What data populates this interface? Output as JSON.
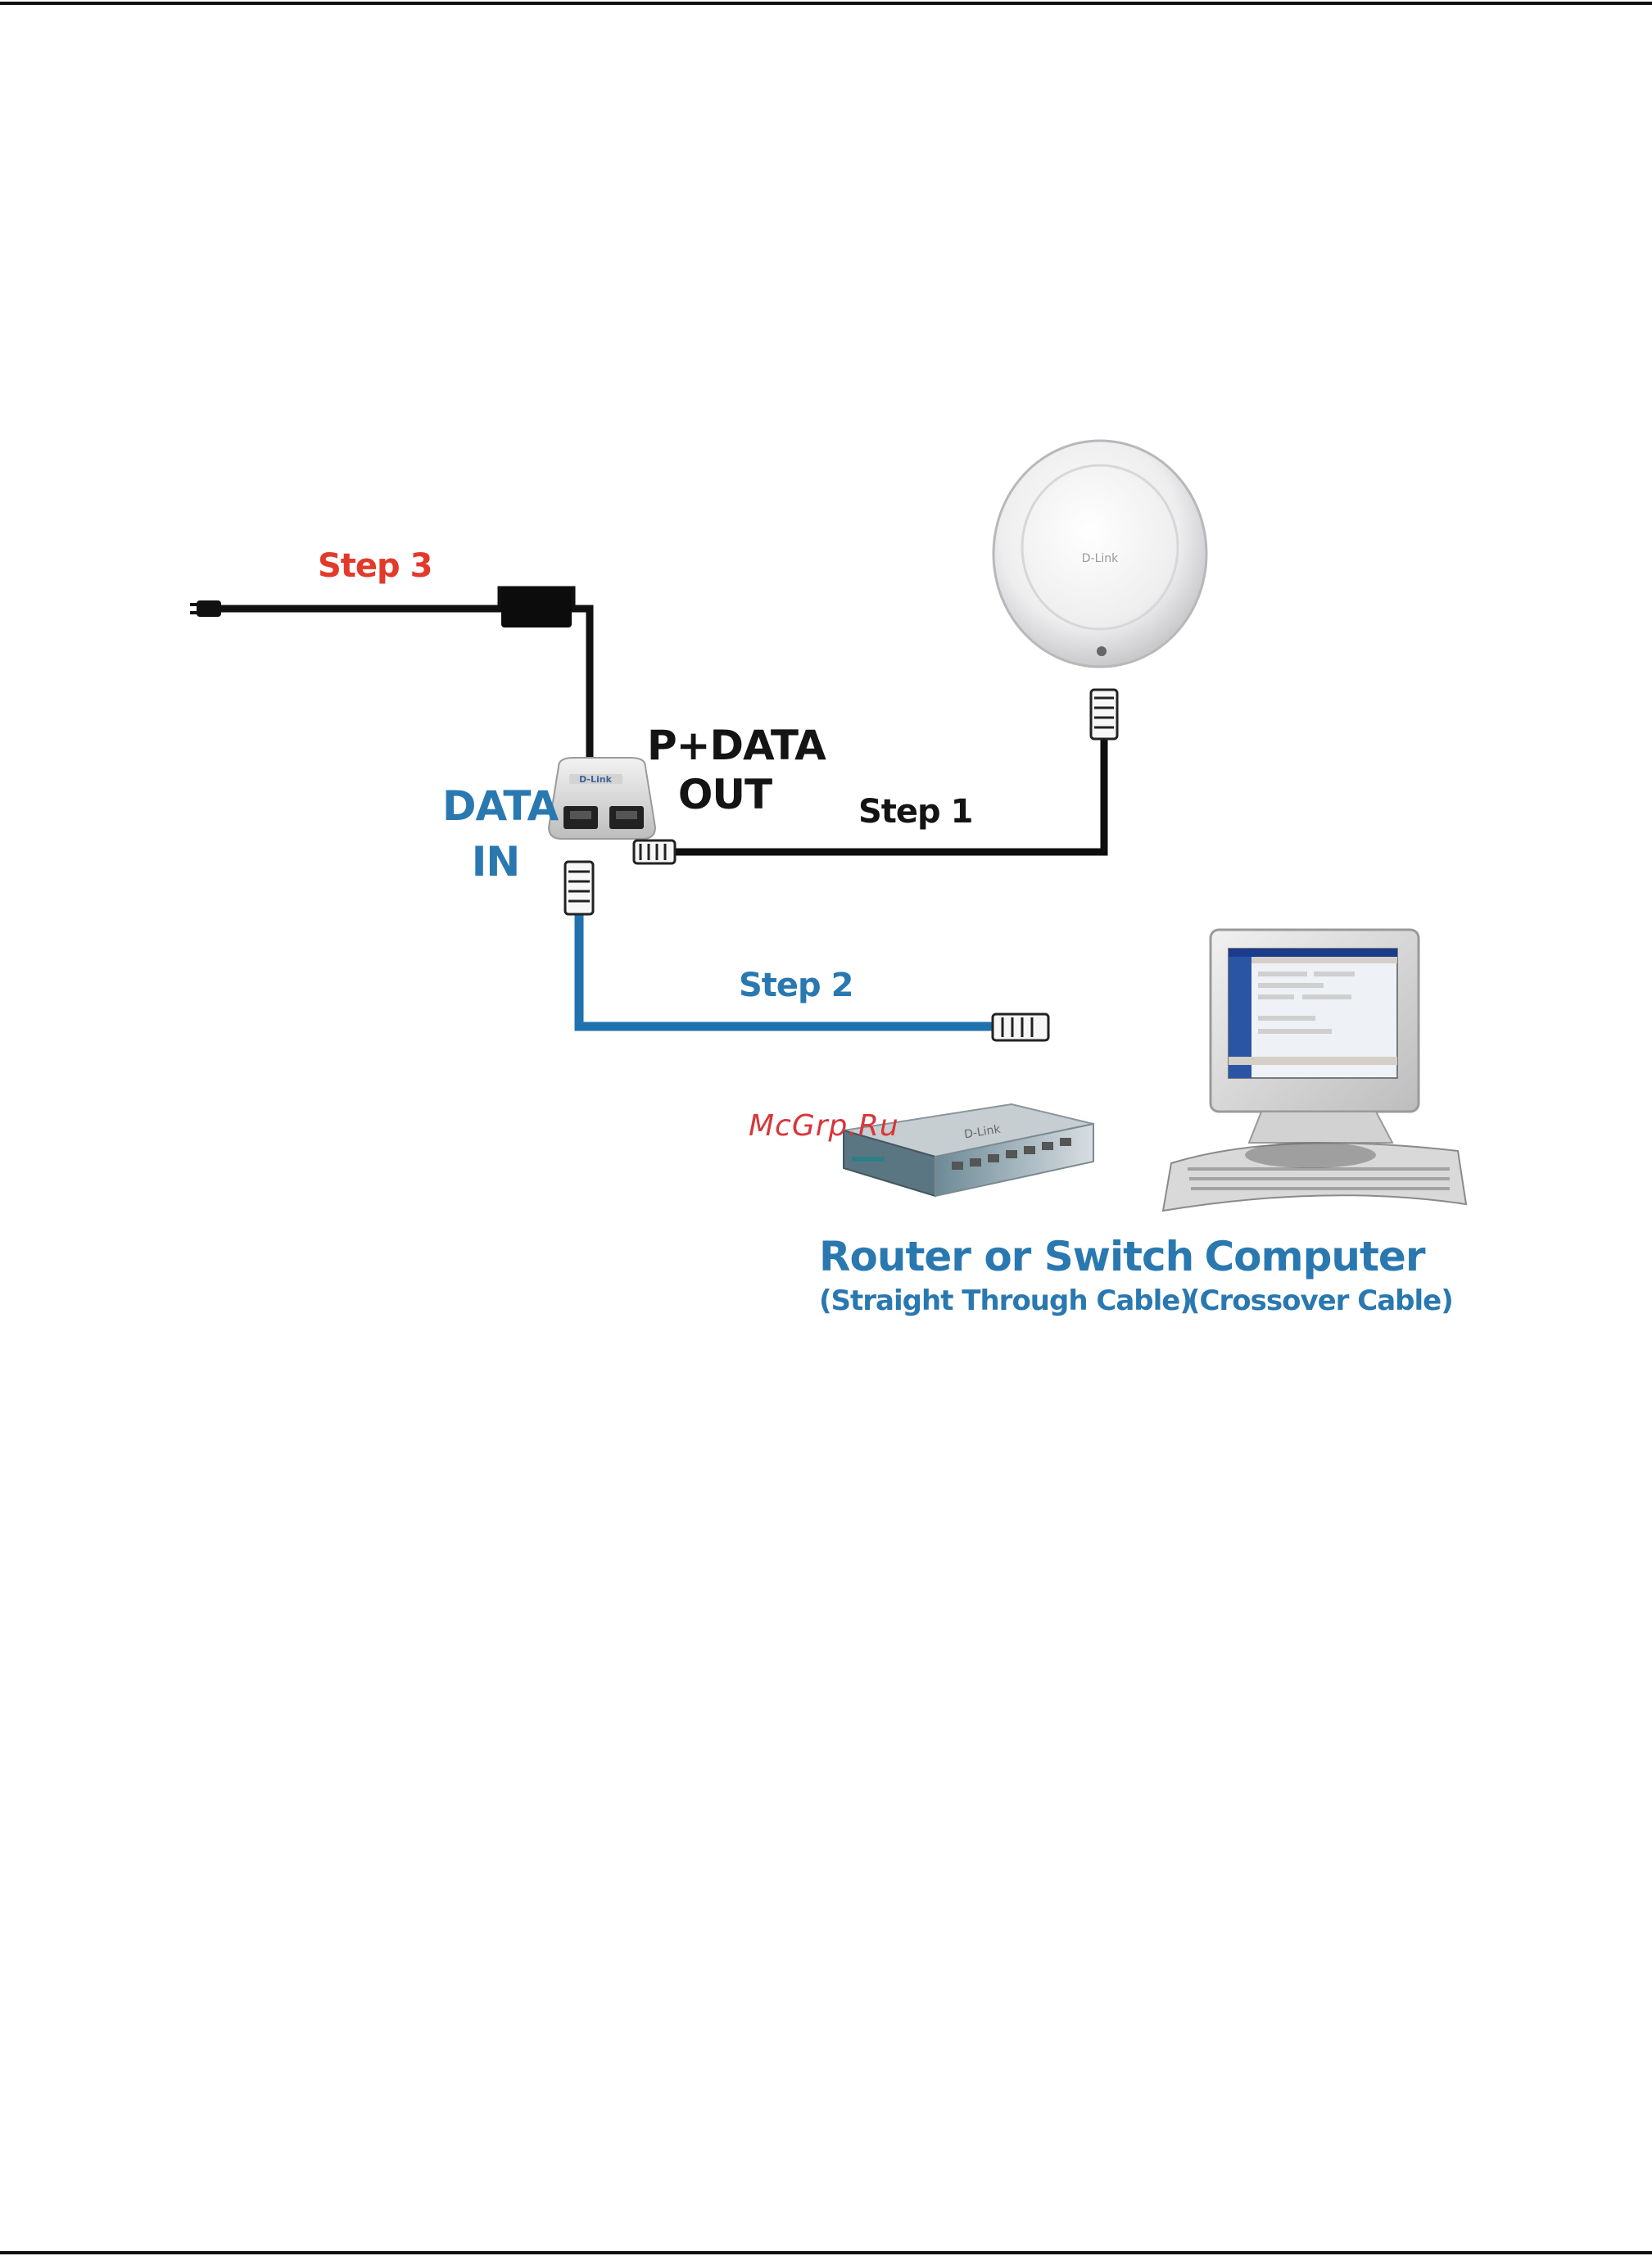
{
  "labels": {
    "step3": "Step 3",
    "step1": "Step 1",
    "step2": "Step 2",
    "pdata_line1": "P+DATA",
    "pdata_line2": "OUT",
    "data_in_line1": "DATA",
    "data_in_line2": "IN",
    "router_title": "Router or Switch",
    "router_sub": "(Straight Through Cable)",
    "computer_title": "Computer",
    "computer_sub": "(Crossover Cable)"
  },
  "device_marks": {
    "injector_brand": "D-Link",
    "access_point_brand": "D-Link",
    "switch_brand": "D-Link"
  },
  "watermark": "McGrp.Ru",
  "colors": {
    "step3": "#e23a2a",
    "step1": "#141414",
    "data_blue": "#2a78b0",
    "cable_black": "#111111",
    "cable_blue": "#1f72ad"
  }
}
